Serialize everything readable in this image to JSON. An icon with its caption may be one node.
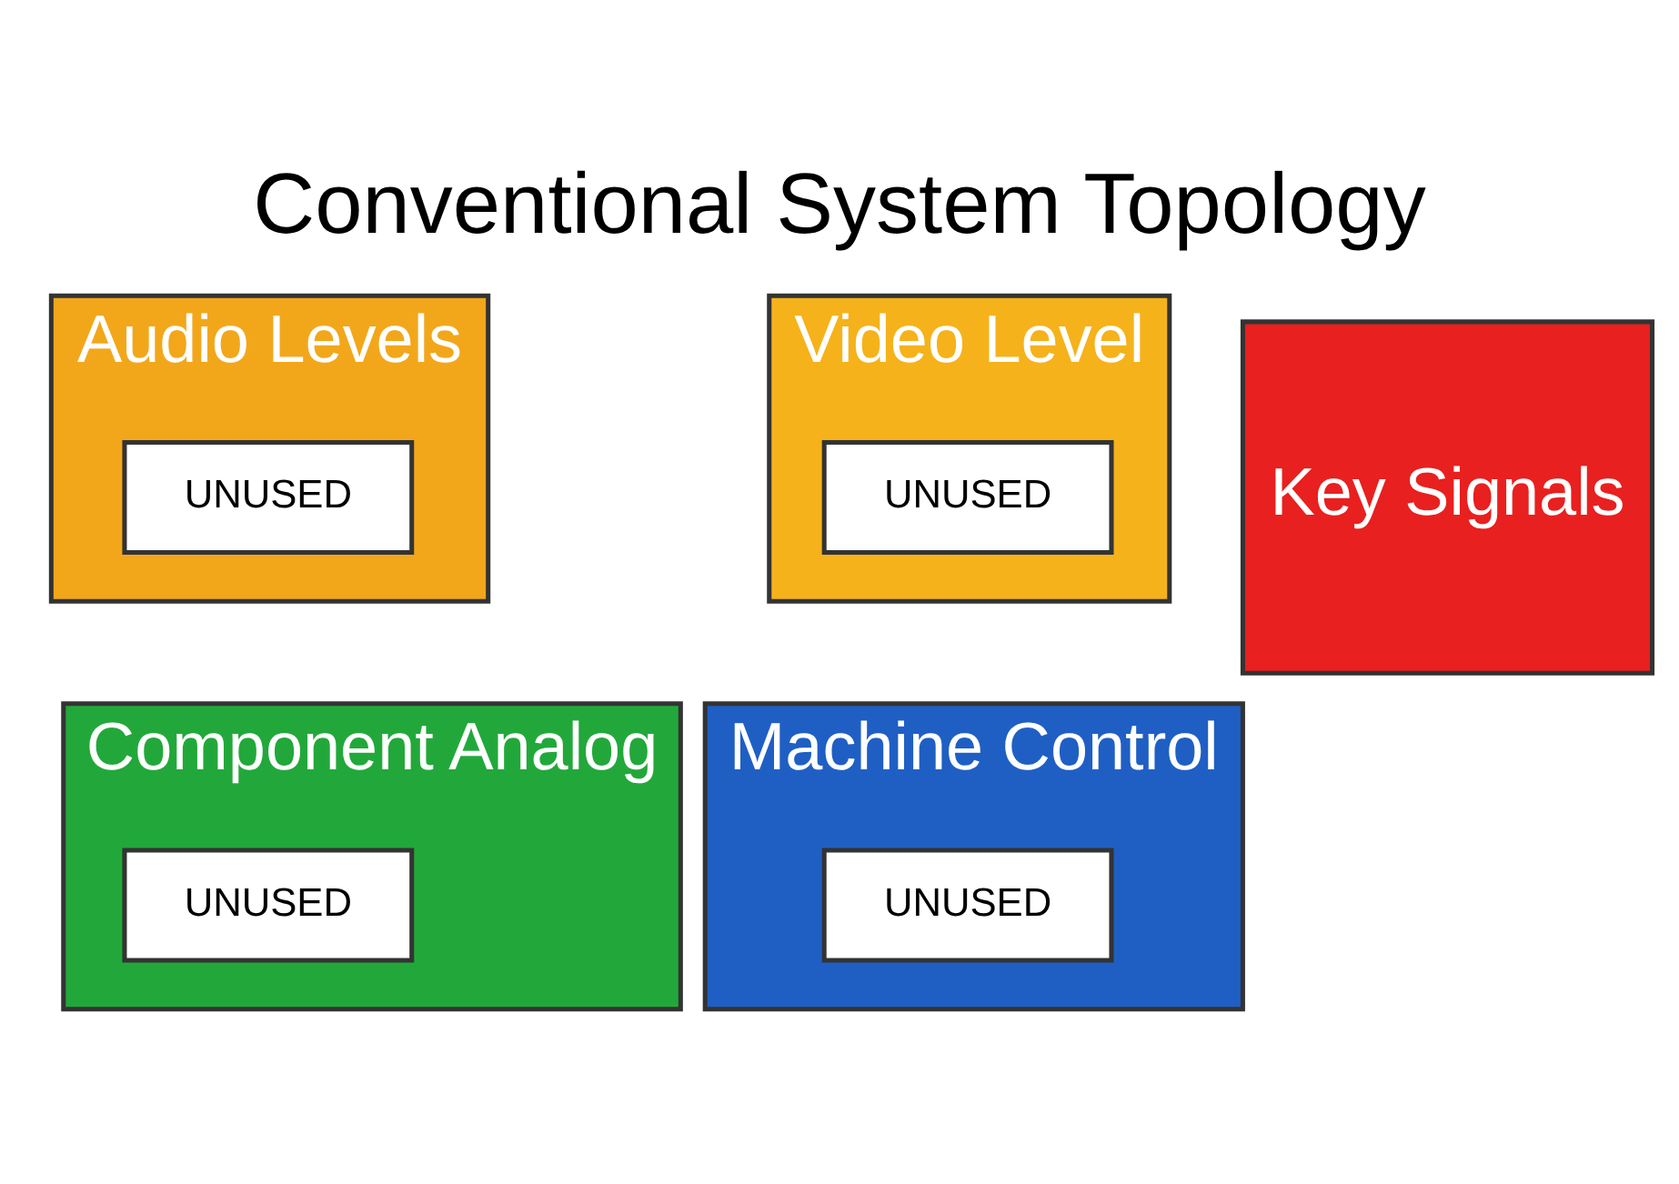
{
  "diagram": {
    "title": "Conventional System Topology",
    "nodes": [
      {
        "text": [
          "Audio Levels"
        ]
      },
      {
        "text": [
          "UNUSED"
        ],
        "in": 0
      },
      {
        "text": [
          "Video Level"
        ]
      },
      {
        "text": [
          "UNUSED"
        ],
        "in": 2
      },
      {
        "text": [
          "Component Analog"
        ]
      },
      {
        "text": [
          "UNUSED"
        ],
        "in": 4
      },
      {
        "text": [
          "Key Signals"
        ]
      },
      {
        "text": [
          "Machine Control"
        ]
      },
      {
        "text": [
          "UNUSED"
        ],
        "in": 7
      }
    ]
  }
}
